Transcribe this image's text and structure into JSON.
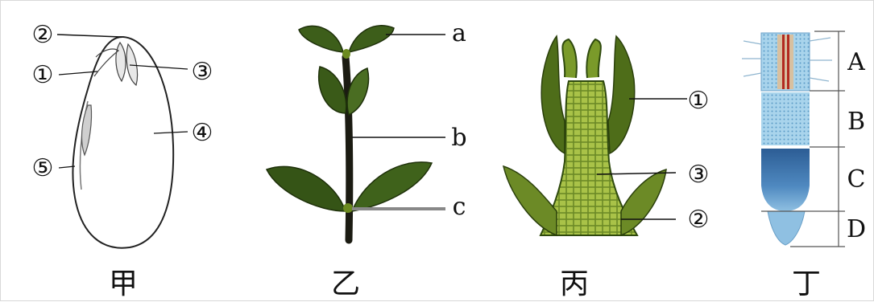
{
  "figures": {
    "jia": {
      "caption": "甲",
      "labels": {
        "l2": "②",
        "l1": "①",
        "l3": "③",
        "l4": "④",
        "l5": "⑤"
      }
    },
    "yi": {
      "caption": "乙",
      "labels": {
        "a": "a",
        "b": "b",
        "c": "c"
      }
    },
    "bing": {
      "caption": "丙",
      "labels": {
        "l1": "①",
        "l3": "③",
        "l2": "②"
      }
    },
    "ding": {
      "caption": "丁",
      "labels": {
        "A": "A",
        "B": "B",
        "C": "C",
        "D": "D"
      }
    }
  },
  "colors": {
    "leaf_dark": "#2f4a14",
    "leaf_light": "#5c7f2c",
    "stem": "#1b1b12",
    "bud": "#6b8a1f",
    "root_blue": "#6fa9cf",
    "root_dark": "#2c5d95",
    "root_core": "#b22a1f"
  }
}
